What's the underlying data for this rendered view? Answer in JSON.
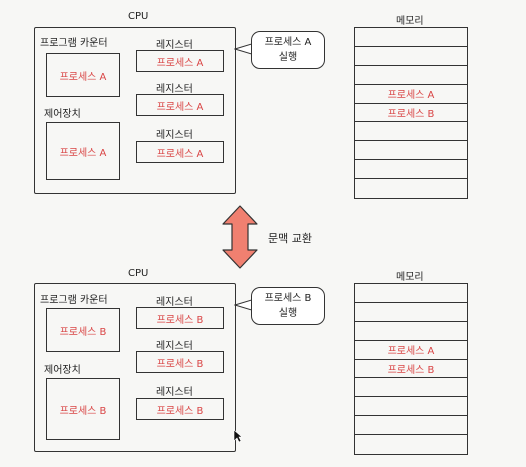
{
  "top": {
    "cpu_title": "CPU",
    "pc_label": "프로그램 카운터",
    "pc_value": "프로세스 A",
    "ctrl_label": "제어장치",
    "ctrl_value": "프로세스 A",
    "registers": [
      {
        "label": "레지스터",
        "value": "프로세스 A"
      },
      {
        "label": "레지스터",
        "value": "프로세스 A"
      },
      {
        "label": "레지스터",
        "value": "프로세스 A"
      }
    ],
    "bubble_line1": "프로세스 A",
    "bubble_line2": "실행",
    "memory_title": "메모리",
    "memory_rows": [
      "",
      "",
      "",
      "프로세스 A",
      "프로세스 B",
      "",
      "",
      "",
      ""
    ]
  },
  "switch_label": "문맥 교환",
  "bottom": {
    "cpu_title": "CPU",
    "pc_label": "프로그램 카운터",
    "pc_value": "프로세스 B",
    "ctrl_label": "제어장치",
    "ctrl_value": "프로세스 B",
    "registers": [
      {
        "label": "레지스터",
        "value": "프로세스 B"
      },
      {
        "label": "레지스터",
        "value": "프로세스 B"
      },
      {
        "label": "레지스터",
        "value": "프로세스 B"
      }
    ],
    "bubble_line1": "프로세스 B",
    "bubble_line2": "실행",
    "memory_title": "메모리",
    "memory_rows": [
      "",
      "",
      "",
      "프로세스 A",
      "프로세스 B",
      "",
      "",
      "",
      ""
    ]
  },
  "colors": {
    "process_text": "#d94545",
    "arrow_fill": "#f08070",
    "arrow_stroke": "#333333"
  }
}
